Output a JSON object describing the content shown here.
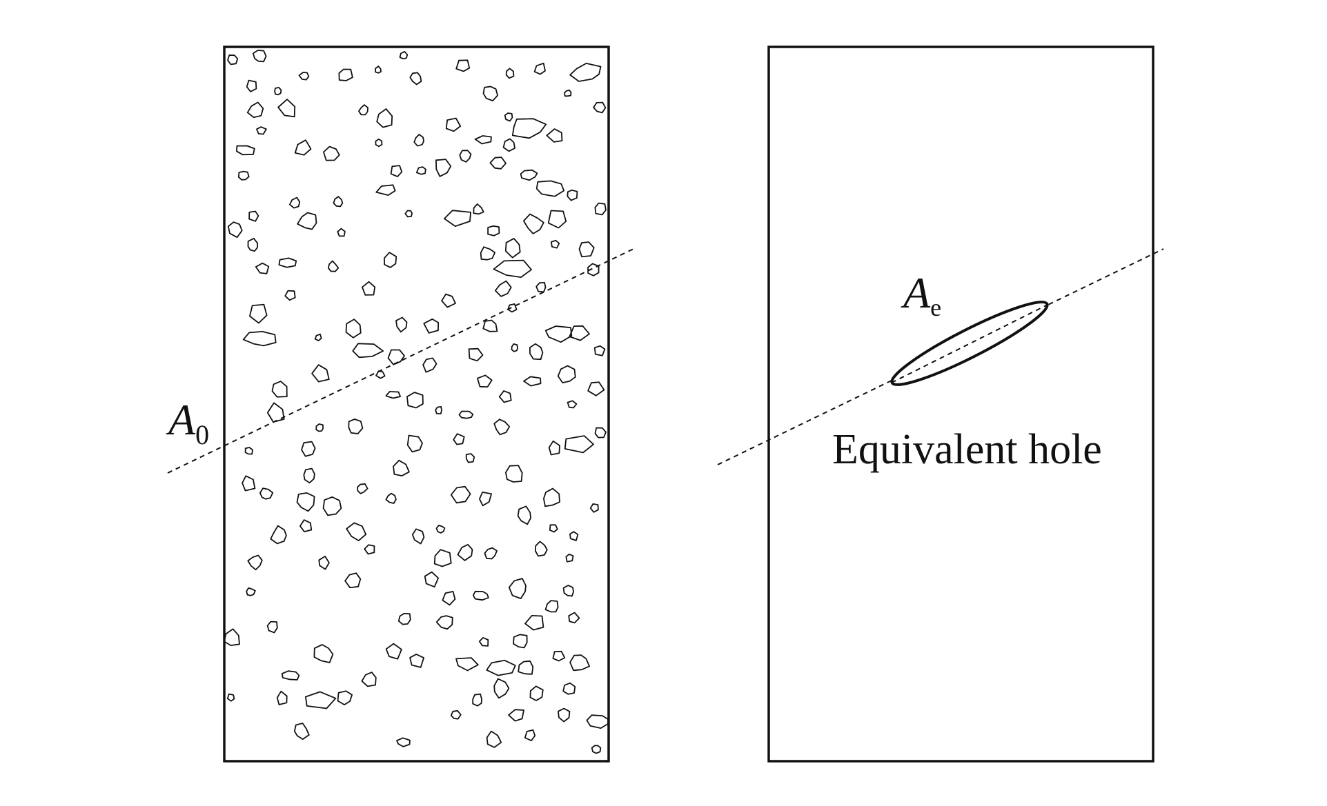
{
  "left_panel": {
    "label_main": "A",
    "label_sub": "0"
  },
  "right_panel": {
    "label_main": "A",
    "label_sub": "e",
    "caption": "Equivalent hole"
  },
  "colors": {
    "stroke": "#111111",
    "background": "#ffffff"
  }
}
